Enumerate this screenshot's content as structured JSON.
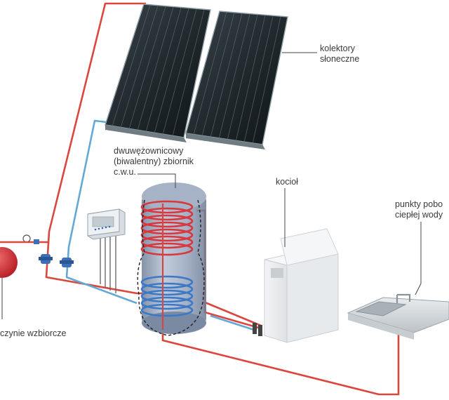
{
  "labels": {
    "collectors": {
      "line1": "kolektory",
      "line2": "słoneczne"
    },
    "tank": {
      "line1": "dwuwężownicowy",
      "line2": "(biwalentny) zbiornik",
      "line3": "c.w.u."
    },
    "boiler": {
      "line1": "kocioł"
    },
    "tap_points": {
      "line1": "punkty pobo",
      "line2": "ciepłej wody"
    },
    "expansion": {
      "line1": "czynie wzbiorcze"
    }
  },
  "colors": {
    "hot_pipe": "#d9473d",
    "cold_pipe": "#63a9d6",
    "collector_glass": "#1d2326",
    "tank_body": "#8b9db8",
    "expansion_vessel": "#d8343a",
    "pump": "#3b6fb6"
  }
}
